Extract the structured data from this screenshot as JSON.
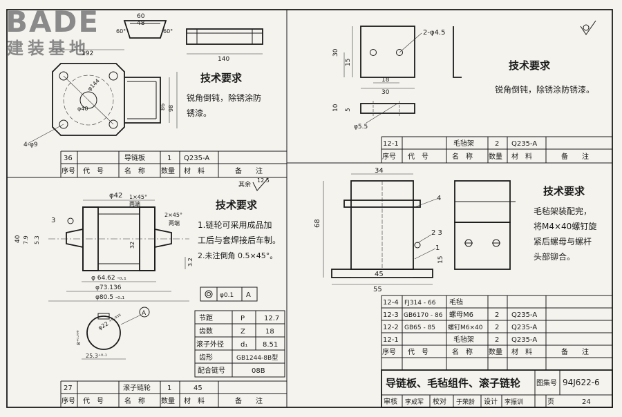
{
  "logo": {
    "brand": "BADE",
    "subtitle": "建装基地"
  },
  "top_left": {
    "dims": {
      "d60": "60",
      "d48": "48",
      "a60": "60°",
      "a60b": "60°",
      "d140": "140",
      "d192": "192",
      "d144": "φ144",
      "d40": "φ40",
      "d86": "86",
      "d98": "98",
      "holes": "4-φ9"
    },
    "notes_title": "技术要求",
    "notes": [
      "锐角倒钝，除锈涂防",
      "锈漆。"
    ],
    "part_row": {
      "no": "36",
      "code": "",
      "name": "导链板",
      "qty": "1",
      "material": "Q235-A",
      "remark": ""
    },
    "header": {
      "no": "序号",
      "code": "代　号",
      "name": "名　称",
      "qty": "数量",
      "material": "材　料",
      "remark": "备　　注"
    }
  },
  "top_right": {
    "dims": {
      "holes": "2-φ4.5",
      "d30": "30",
      "d15": "15",
      "d18": "18",
      "d30b": "30",
      "d10": "10",
      "d5": "5",
      "d55": "φ5.5"
    },
    "notes_title": "技术要求",
    "notes": [
      "锐角倒钝，除锈涂防锈漆。"
    ],
    "part_row": {
      "no": "12-1",
      "code": "",
      "name": "毛毡架",
      "qty": "2",
      "material": "Q235-A",
      "remark": ""
    },
    "header": {
      "no": "序号",
      "code": "代　号",
      "name": "名　称",
      "qty": "数量",
      "material": "材　料",
      "remark": "备　　注"
    }
  },
  "mid_left": {
    "surface": "其余",
    "roughness": "12.5",
    "dims": {
      "d42": "φ42",
      "chamfer1": "1×45°",
      "ends1": "两端",
      "chamfer2": "2×45°",
      "ends2": "两端",
      "ref3": "3",
      "d40": "40",
      "d79": "7.9",
      "d53": "5.3",
      "d32": "32",
      "rough32": "3.2",
      "d6462": "φ 64.62 -₀.₁",
      "d73": "φ73.136",
      "d805": "φ80.5 -₀.₁",
      "tol": "φ0.1",
      "datum": "A",
      "d8": "8⁺⁰·⁰⁹⁸",
      "d22": "φ22 ⁺⁰·⁰³³",
      "d253": "25.3⁺⁰·¹",
      "datumA": "A"
    },
    "notes_title": "技术要求",
    "notes": [
      "1.链轮可采用成品加",
      "工后与套焊接后车制。",
      "2.未注倒角 0.5×45°。"
    ],
    "spec": [
      {
        "label": "节距",
        "sym": "P",
        "val": "12.7"
      },
      {
        "label": "齿数",
        "sym": "Z",
        "val": "18"
      },
      {
        "label": "滚子外径",
        "sym": "d₁",
        "val": "8.51"
      },
      {
        "label": "齿形",
        "sym": "",
        "val": "GB1244-8B型"
      },
      {
        "label": "配合链号",
        "sym": "",
        "val": "08B"
      }
    ],
    "part_row": {
      "no": "27",
      "code": "",
      "name": "滚子链轮",
      "qty": "1",
      "material": "45",
      "remark": ""
    },
    "header": {
      "no": "序号",
      "code": "代　号",
      "name": "名　称",
      "qty": "数量",
      "material": "材　料",
      "remark": "备　　注"
    }
  },
  "mid_right": {
    "dims": {
      "d34": "34",
      "d68": "68",
      "d45": "45",
      "d55": "55",
      "d15": "15",
      "ref4": "4",
      "ref23": "2  3",
      "ref1": "1"
    },
    "notes_title": "技术要求",
    "notes": [
      "毛毡架装配完，",
      "将M4×40螺钉旋",
      "紧后螺母与螺杆",
      "头部铆合。"
    ],
    "rows": [
      {
        "no": "12-4",
        "code": "FJ314 - 66",
        "name": "毛毡",
        "qty": "",
        "material": "",
        "remark": ""
      },
      {
        "no": "12-3",
        "code": "GB6170 - 86",
        "name": "螺母M6",
        "qty": "2",
        "material": "Q235-A",
        "remark": ""
      },
      {
        "no": "12-2",
        "code": "GB65 - 85",
        "name": "螺钉M6×40",
        "qty": "2",
        "material": "Q235-A",
        "remark": ""
      },
      {
        "no": "12-1",
        "code": "",
        "name": "毛毡架",
        "qty": "2",
        "material": "Q235-A",
        "remark": ""
      }
    ],
    "header": {
      "no": "序号",
      "code": "代　号",
      "name": "名　称",
      "qty": "数量",
      "material": "材　料",
      "remark": "备　　注"
    }
  },
  "title_block": {
    "title": "导链板、毛毡组件、滚子链轮",
    "atlas_label": "图集号",
    "atlas_no": "94J622-6",
    "review": "审核",
    "review_name": "李成军",
    "check": "校对",
    "check_name": "于荣龄",
    "design": "设计",
    "design_name": "李振训",
    "page_label": "页",
    "page_no": "24"
  }
}
